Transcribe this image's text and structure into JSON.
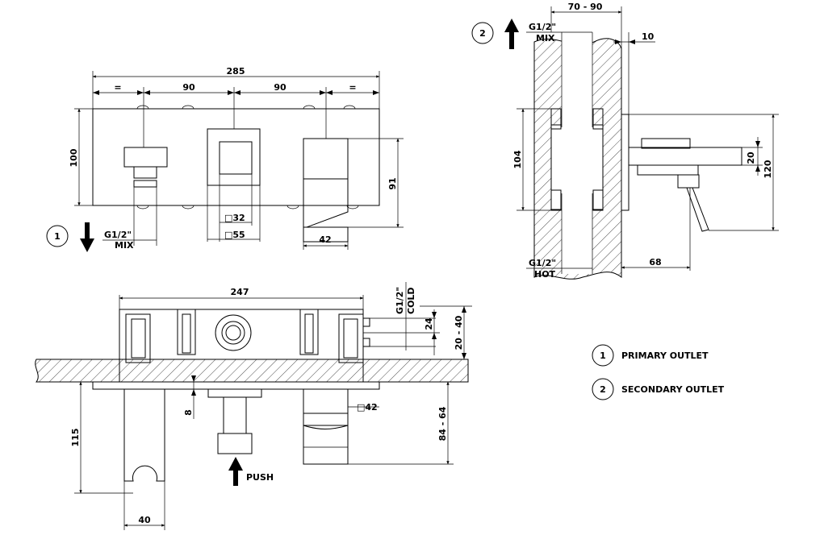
{
  "front_view": {
    "overall_width": "285",
    "side_spacing_left": "=",
    "spacing_1": "90",
    "spacing_2": "90",
    "side_spacing_right": "=",
    "plate_height": "100",
    "lever_height": "91",
    "square_inner": "□32",
    "square_outer": "□55",
    "lever_width": "42",
    "outlet_marker": "1",
    "outlet_thread": "G1/2\"",
    "outlet_label": "MIX"
  },
  "side_view": {
    "depth_range": "70 - 90",
    "plate_offset": "10",
    "outlet_marker": "2",
    "mix_thread": "G1/2\"",
    "mix_label": "MIX",
    "body_height": "104",
    "spout_height": "20",
    "total_height": "120",
    "projection": "68",
    "hot_thread": "G1/2\"",
    "hot_label": "HOT"
  },
  "top_view": {
    "body_width": "247",
    "cold_thread": "G1/2\"",
    "cold_label": "COLD",
    "inlet_spacing": "24",
    "wall_depth": "20 - 40",
    "plate_thickness": "8",
    "lever_square": "□42",
    "lever_projection": "84 - 64",
    "hand_shower_projection": "115",
    "hand_shower_width": "40",
    "push_label": "PUSH"
  },
  "legend": [
    {
      "number": "1",
      "text": "PRIMARY OUTLET"
    },
    {
      "number": "2",
      "text": "SECONDARY OUTLET"
    }
  ]
}
